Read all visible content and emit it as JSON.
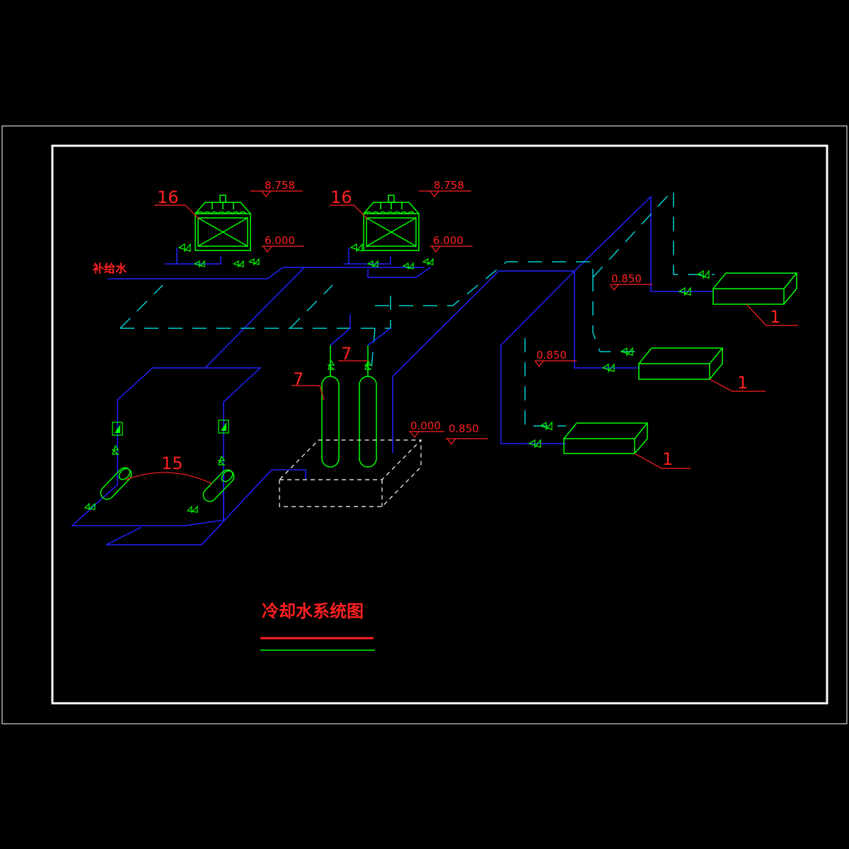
{
  "labels": {
    "tower_tag_1": "16",
    "tower_tag_2": "16",
    "tank_tag_a": "7",
    "tank_tag_b": "7",
    "pump_tag": "15",
    "unit_tag_1": "1",
    "unit_tag_2": "1",
    "unit_tag_3": "1",
    "makeup_water": "补给水",
    "title": "冷却水系统图"
  },
  "elevations": {
    "tower1_top": "8.758",
    "tower1_base": "6.000",
    "tower2_top": "8.758",
    "tower2_base": "6.000",
    "unit_upper": "0.850",
    "unit_middle": "0.850",
    "tank_base": "0.000",
    "tank_pipe": "0.850"
  },
  "colors": {
    "background": "#000000",
    "frame": "#ffffff",
    "supply_pipe": "#2222ff",
    "return_pipe_dashed": "#00d0d0",
    "equipment": "#00ff00",
    "annotation": "#ff2020",
    "tank_outline": "#ffffff"
  }
}
